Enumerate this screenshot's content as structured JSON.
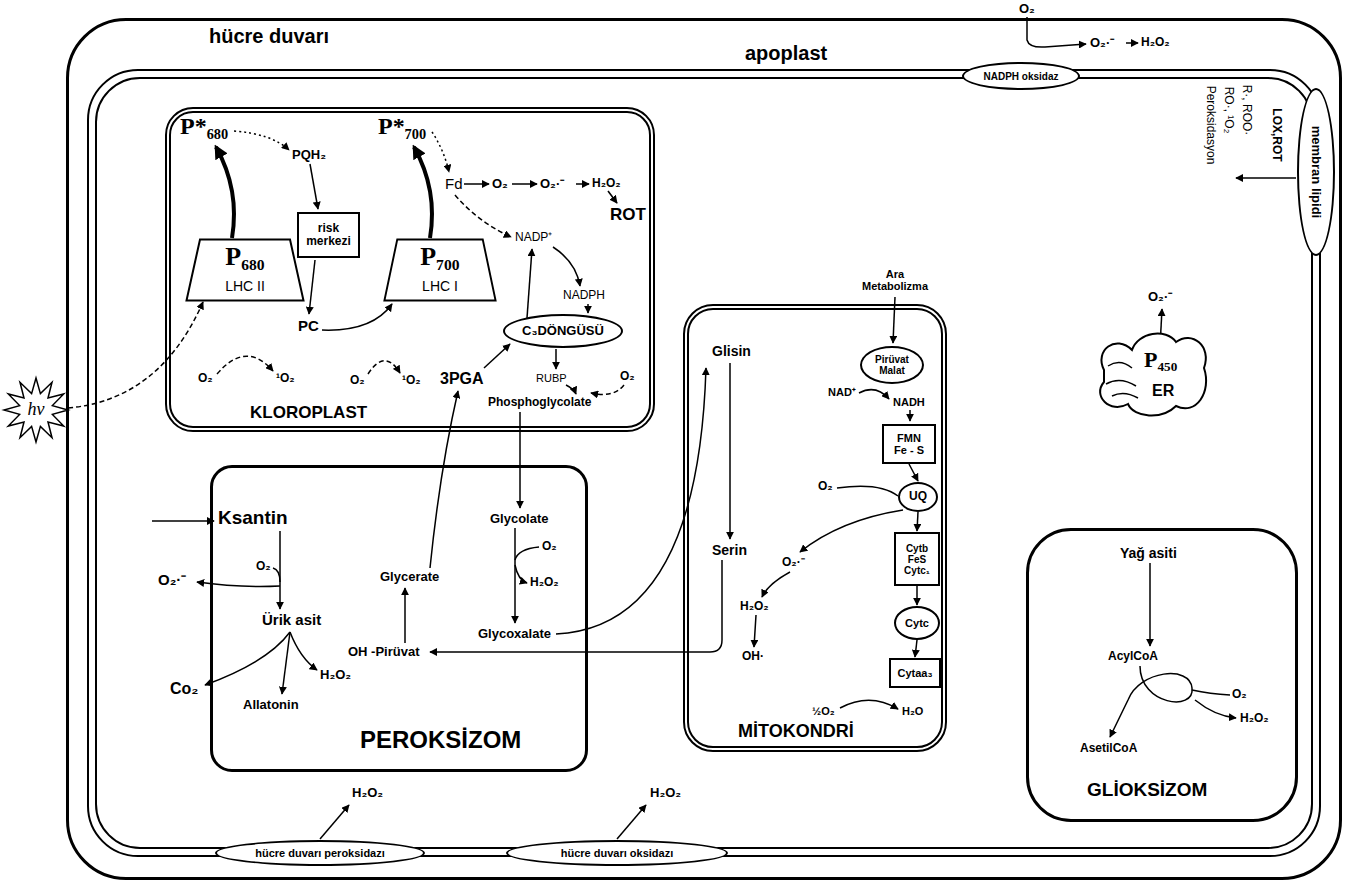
{
  "diagram": {
    "nodes": [
      {
        "text": [
          "hücre duvarı"
        ]
      },
      {
        "text": [
          "NADPH oksidaz"
        ],
        "in": 0
      },
      {
        "text": [
          "membran lipidi"
        ],
        "in": 0
      },
      {
        "text": [
          "KLOROPLAST"
        ],
        "in": 0
      },
      {
        "text": [
          "P₆₈₀",
          "LHC II"
        ],
        "in": 3
      },
      {
        "text": [
          "risk merkezi"
        ],
        "in": 3
      },
      {
        "text": [
          "P₇₀₀",
          "LHC I"
        ],
        "in": 3
      },
      {
        "text": [
          "C₃DÖNGÜSÜ"
        ],
        "in": 3
      },
      {
        "text": [
          "MİTOKONDRİ"
        ],
        "in": 0
      },
      {
        "text": [
          "Pirüvat Malat"
        ],
        "in": 8
      },
      {
        "text": [
          "FMN Fe - S"
        ],
        "in": 8
      },
      {
        "text": [
          "UQ"
        ],
        "in": 8
      },
      {
        "text": [
          "Cytb FeS Cytc₁"
        ],
        "in": 8
      },
      {
        "text": [
          "Cytc"
        ],
        "in": 8
      },
      {
        "text": [
          "Cytaa₃"
        ],
        "in": 8
      },
      {
        "text": [
          "P₄₅₀",
          "ER"
        ],
        "in": 0
      },
      {
        "text": [
          "PEROKSİZOM"
        ],
        "in": 0
      },
      {
        "text": [
          "GLİOKSİZOM"
        ],
        "in": 0
      },
      {
        "text": [
          "hücre duvarı peroksidazı"
        ],
        "in": 0
      },
      {
        "text": [
          "hücre duvarı oksidazı"
        ],
        "in": 0
      }
    ],
    "edges": [
      {
        "from": 10,
        "to": 11,
        "arrow": "to"
      },
      {
        "from": 11,
        "to": 12,
        "arrow": "to"
      },
      {
        "from": 12,
        "to": 13,
        "arrow": "to"
      },
      {
        "from": 13,
        "to": 14,
        "arrow": "to"
      }
    ],
    "labels": [
      "apoplast",
      "O₂",
      "O₂·⁻",
      "H₂O₂",
      "hν",
      "P*₆₈₀",
      "PQH₂",
      "PC",
      "P*₇₀₀",
      "Fd",
      "O₂",
      "O₂·⁻",
      "H₂O₂",
      "ROT",
      "NADP⁺",
      "NADPH",
      "RUBP",
      "O₂",
      "Phosphoglycolate",
      "3PGA",
      "O₂",
      "¹O₂",
      "O₂",
      "¹O₂",
      "Ara Metabolizma",
      "NAD⁺",
      "NADH",
      "Glisin",
      "Serin",
      "O₂",
      "O₂·⁻",
      "H₂O₂",
      "OH·",
      "½O₂",
      "H₂O",
      "Peroksidasyon",
      "LOX,ROT",
      "R·, ROO·",
      "RO·, ¹O₂",
      "O₂·⁻",
      "Ksantin",
      "O₂",
      "O₂·⁻",
      "Ürik asit",
      "Co₂",
      "Allatonin",
      "H₂O₂",
      "Glycerate",
      "OH -Pirüvat",
      "Glycolate",
      "O₂",
      "H₂O₂",
      "Glycoxalate",
      "Yağ asiti",
      "AcylCoA",
      "O₂",
      "H₂O₂",
      "AsetilCoA",
      "H₂O₂",
      "H₂O₂"
    ]
  }
}
